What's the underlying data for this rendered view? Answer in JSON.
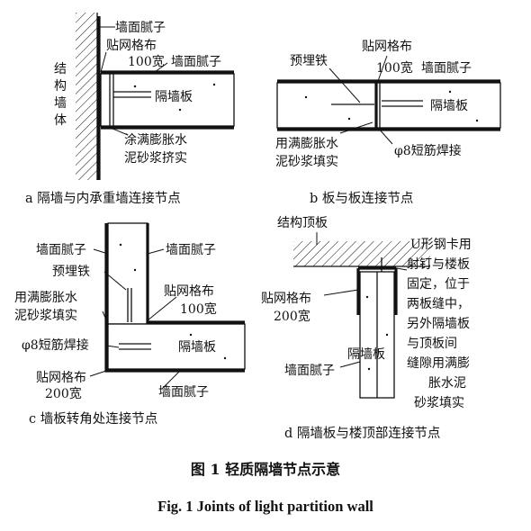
{
  "panels": {
    "a": {
      "labels": [
        "墙面腻子",
        "贴网格布",
        "100宽",
        "墙面腻子",
        "结",
        "构",
        "墙",
        "体",
        "隔墙板",
        "涂满膨胀水",
        "泥砂浆挤实"
      ],
      "subtitle": "a  隔墙与内承重墙连接节点"
    },
    "b": {
      "labels": [
        "预埋铁",
        "贴网格布",
        "100宽",
        "墙面腻子",
        "隔墙板",
        "用满膨胀水",
        "泥砂浆填实",
        "φ8短筋焊接"
      ],
      "subtitle": "b  板与板连接节点"
    },
    "c": {
      "labels": [
        "墙面腻子",
        "墙面腻子",
        "预埋铁",
        "用满膨胀水",
        "泥砂浆填实",
        "贴网格布",
        "100宽",
        "φ8短筋焊接",
        "隔墙板",
        "贴网格布",
        "200宽",
        "墙面腻子"
      ],
      "subtitle": "c  墙板转角处连接节点"
    },
    "d": {
      "labels": [
        "结构顶板",
        "U形钢卡用",
        "射钉与楼板",
        "固定，位于",
        "两板缝中，",
        "另外隔墙板",
        "与顶板间",
        "缝隙用满膨",
        "胀水泥",
        "砂浆填实",
        "贴网格布",
        "200宽",
        "隔墙板",
        "墙面腻子"
      ],
      "subtitle": "d  隔墙板与楼顶部连接节点"
    }
  },
  "caption": {
    "cn": "图 1    轻质隔墙节点示意",
    "en": "Fig. 1    Joints of light partition wall"
  }
}
